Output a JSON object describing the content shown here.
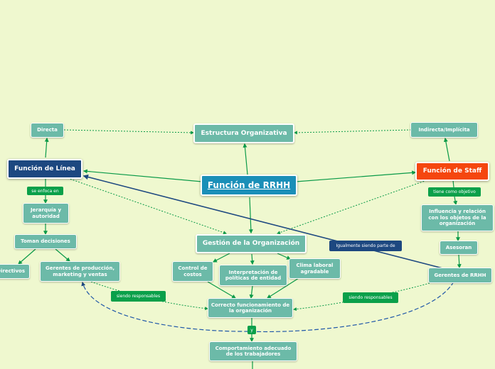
{
  "nodes": {
    "main": "Función de RRHH",
    "estructura": "Estructura Organizativa",
    "linea": "Función de Línea",
    "staff": "Función de Staff",
    "directa": "Directa",
    "indirecta": "Indirecta/Implícita",
    "gestion": "Gestión de la Organización",
    "jerarquia": "Jerarquía y autoridad",
    "toman": "Toman decisiones",
    "directivos": "Directivos",
    "gerentes_prod": "Gerentes de producción, marketing y ventas",
    "control": "Control de costos",
    "interpretacion": "Interpretación de políticas de entidad",
    "clima": "Clima laboral agradable",
    "correcto": "Correcto funcionamiento de la organización",
    "comportamiento": "Comportamiento adecuado de los trabajadores",
    "influencia": "Influencia y relación con los objetos de la organización",
    "asesoran": "Asesoran",
    "gerentes_rrhh": "Gerentes de RRHH"
  },
  "labels": {
    "enfoca": "se enfoca en",
    "tiene": "tiene como objetivo",
    "igualmente": "Igualmente siendo parte de",
    "resp_left": "siendo responsables",
    "resp_right": "siendo responsables",
    "y": "y"
  },
  "colors": {
    "green_line": "#0a9a48",
    "navy_line": "#1d4880",
    "blue_dashed": "#1f57a8",
    "node_teal": "#6cbaa8",
    "main_blue": "#1a8fb8",
    "orange": "#f5460f",
    "background": "#eff8cf"
  }
}
